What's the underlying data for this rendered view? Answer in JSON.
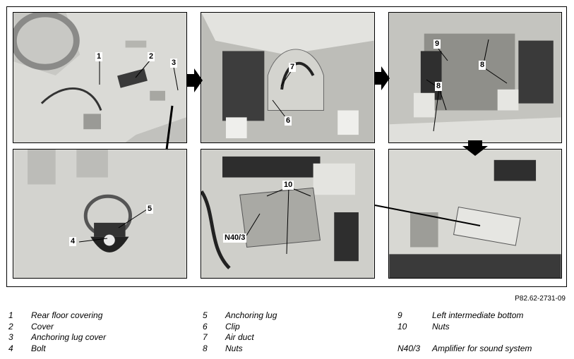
{
  "figure_id": "P82.62-2731-09",
  "panels": [
    {
      "id": "p1",
      "callouts": [
        "1",
        "2",
        "3"
      ]
    },
    {
      "id": "p2",
      "callouts": [
        "7",
        "6"
      ]
    },
    {
      "id": "p3",
      "callouts": [
        "9",
        "8",
        "8"
      ]
    },
    {
      "id": "p4",
      "callouts": [
        "5",
        "4"
      ]
    },
    {
      "id": "p5",
      "callouts": [
        "10",
        "N40/3"
      ]
    },
    {
      "id": "p6",
      "callouts": []
    }
  ],
  "legend": [
    {
      "num": "1",
      "label": "Rear floor covering"
    },
    {
      "num": "2",
      "label": "Cover"
    },
    {
      "num": "3",
      "label": "Anchoring lug cover"
    },
    {
      "num": "4",
      "label": "Bolt"
    },
    {
      "num": "5",
      "label": "Anchoring lug"
    },
    {
      "num": "6",
      "label": "Clip"
    },
    {
      "num": "7",
      "label": "Air duct"
    },
    {
      "num": "8",
      "label": "Nuts"
    },
    {
      "num": "9",
      "label": "Left intermediate bottom"
    },
    {
      "num": "10",
      "label": "Nuts"
    },
    {
      "num": "N40/3",
      "label": "Amplifier for sound system"
    }
  ]
}
